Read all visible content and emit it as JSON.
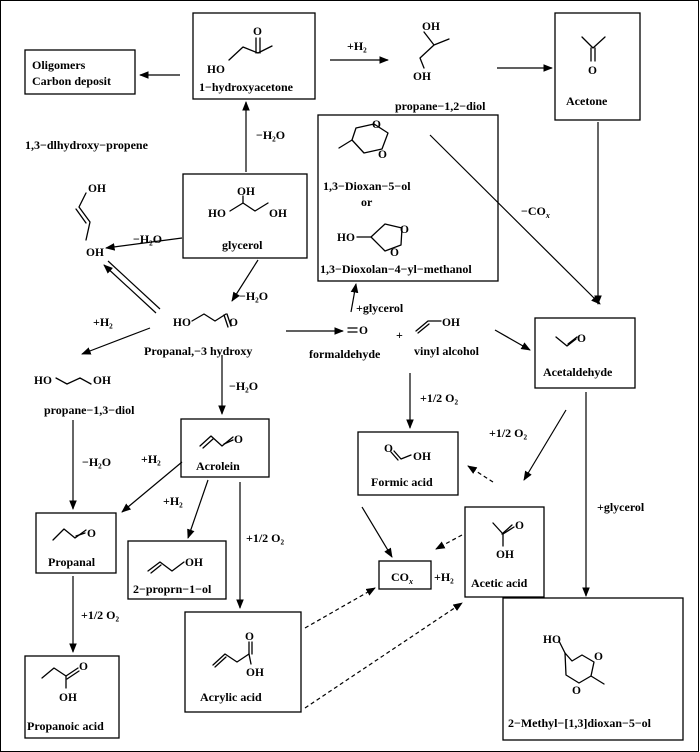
{
  "labels": {
    "oligomers_1": "Oligomers",
    "oligomers_2": "Carbon deposit",
    "hydroxyacetone": "1−hydroxyacetone",
    "propanediol_12": "propane−1,2−diol",
    "acetone": "Acetone",
    "dihydroxy_propene": "1,3−dlhydroxy−propene",
    "glycerol": "glycerol",
    "dioxan_5_ol": "1,3−Dioxan−5−ol",
    "or": "or",
    "dioxolan_methanol": "1,3−Dioxolan−4−yl−methanol",
    "propanal_3_hydroxy": "Propanal,−3  hydroxy",
    "formaldehyde": "formaldehyde",
    "plus": "+",
    "vinyl_alcohol": "vinyl alcohol",
    "acetaldehyde": "Acetaldehyde",
    "propanediol_13": "propane−1,3−diol",
    "acrolein": "Acrolein",
    "formic_acid": "Formic acid",
    "propanal": "Propanal",
    "propenol": "2−proprn−1−ol",
    "acetic_acid": "Acetic acid",
    "acrylic_acid": "Acrylic acid",
    "propanoic_acid": "Propanoic acid",
    "methyl_dioxanol": "2−Methyl−[1,3]dioxan−5−ol"
  },
  "reagents": {
    "h2_top": "+H₂",
    "minus_h2o_glycerol_up": "−H₂O",
    "minus_h2o_glycerol_left": "−H₂O",
    "minus_h2o_glycerol_down": "−H₂O",
    "minus_co": "−CO",
    "minus_co_sub": "x",
    "plus_glycerol_top": "+glycerol",
    "h2_left": "+H₂",
    "minus_h2o_propanal3": "−H₂O",
    "half_o2_formic": "+1/2 O₂",
    "half_o2_acetaldehyde": "+1/2 O₂",
    "minus_h2o_diol13": "−H₂O",
    "h2_acrolein_1": "+H₂",
    "h2_acrolein_2": "+H₂",
    "half_o2_acrolein": "+1/2 O₂",
    "plus_glycerol_right": "+glycerol",
    "half_o2_propanal": "+1/2 O₂",
    "cox": "CO",
    "cox_sub": "x",
    "h2_cox": "+H₂"
  },
  "atoms": {
    "O": "O",
    "OH": "OH",
    "HO": "HO"
  }
}
